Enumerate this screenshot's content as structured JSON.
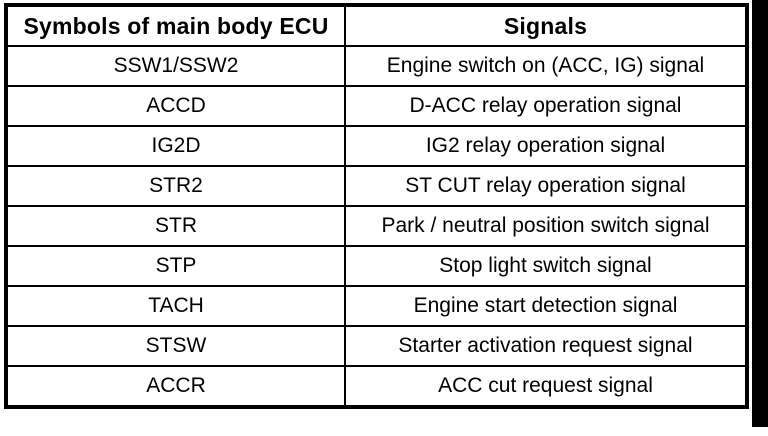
{
  "table": {
    "headers": {
      "symbol": "Symbols of main body ECU",
      "signal": "Signals"
    },
    "rows": [
      {
        "symbol": "SSW1/SSW2",
        "signal": "Engine switch on (ACC, IG) signal"
      },
      {
        "symbol": "ACCD",
        "signal": "D-ACC relay operation signal"
      },
      {
        "symbol": "IG2D",
        "signal": "IG2 relay operation signal"
      },
      {
        "symbol": "STR2",
        "signal": "ST CUT relay operation signal"
      },
      {
        "symbol": "STR",
        "signal": "Park / neutral position switch signal"
      },
      {
        "symbol": "STP",
        "signal": "Stop light switch signal"
      },
      {
        "symbol": "TACH",
        "signal": "Engine start detection signal"
      },
      {
        "symbol": "STSW",
        "signal": "Starter activation request signal"
      },
      {
        "symbol": "ACCR",
        "signal": "ACC cut request signal"
      }
    ]
  },
  "colors": {
    "border": "#000000",
    "background": "#ffffff",
    "edge_bar": "#000000"
  }
}
